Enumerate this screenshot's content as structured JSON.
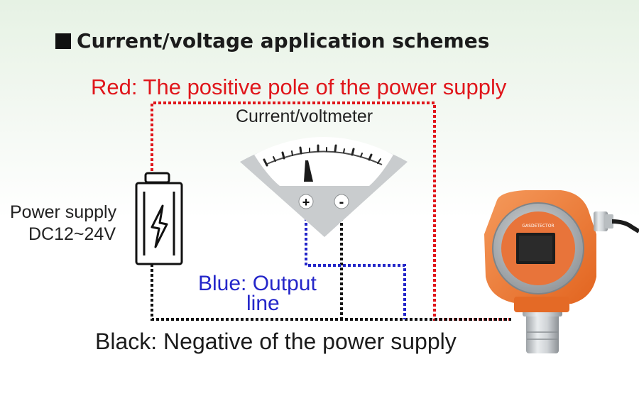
{
  "heading": {
    "text": "Current/voltage application schemes"
  },
  "labels": {
    "positive_wire": "Red: The positive pole of the power supply",
    "meter": "Current/voltmeter",
    "power_supply_line1": "Power supply",
    "power_supply_line2": "DC12~24V",
    "output_line1": "Blue: Output",
    "output_line2": "line",
    "negative_wire": "Black: Negative of the power supply"
  },
  "meter": {
    "plus_terminal": "+",
    "minus_terminal": "-"
  },
  "detector": {
    "brand_text": "GASDETECTOR"
  },
  "colors": {
    "positive_wire": "#e0161b",
    "output_wire": "#2426c9",
    "negative_wire": "#111111",
    "detector_body": "#f07a3a",
    "meter_face": "#c9ccce"
  },
  "icons": {
    "battery": "battery-icon",
    "lightning": "lightning-bolt-icon",
    "detector": "gas-detector-icon"
  }
}
